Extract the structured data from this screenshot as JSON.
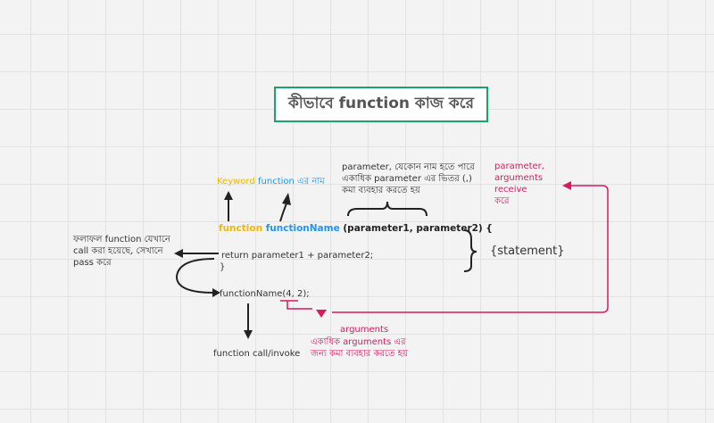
{
  "title": "কীভাবে function কাজ করে",
  "labels": {
    "keyword": "Keyword",
    "fn_name": "function এর নাম",
    "param_note": [
      "parameter, যেকোন নাম হতে পারে",
      "একাধিক parameter এর ভিতর (,)",
      "কমা ব্যবহার করতে হয়"
    ],
    "receive_note": [
      "parameter,",
      "arguments",
      "receive",
      "করে"
    ],
    "return_note": [
      "ফলাফল function যেখানে",
      "call করা হয়েছে, সেখানে",
      "pass করে"
    ],
    "statement": "{statement}",
    "call_invoke": "function call/invoke",
    "arguments": "arguments",
    "args_note": [
      "একাধিক arguments এর",
      "জন্য কমা ব্যবহার করতে হয়"
    ]
  },
  "code": {
    "kw": "function",
    "name": "functionName",
    "params": "(parameter1, parameter2) {",
    "return_line": "return parameter1 + parameter2;",
    "close": "}",
    "call": "functionName(4, 2);"
  },
  "colors": {
    "keyword": "#f5b800",
    "name": "#2196f3",
    "accent": "#d81b60",
    "frame": "#1aa36b"
  }
}
